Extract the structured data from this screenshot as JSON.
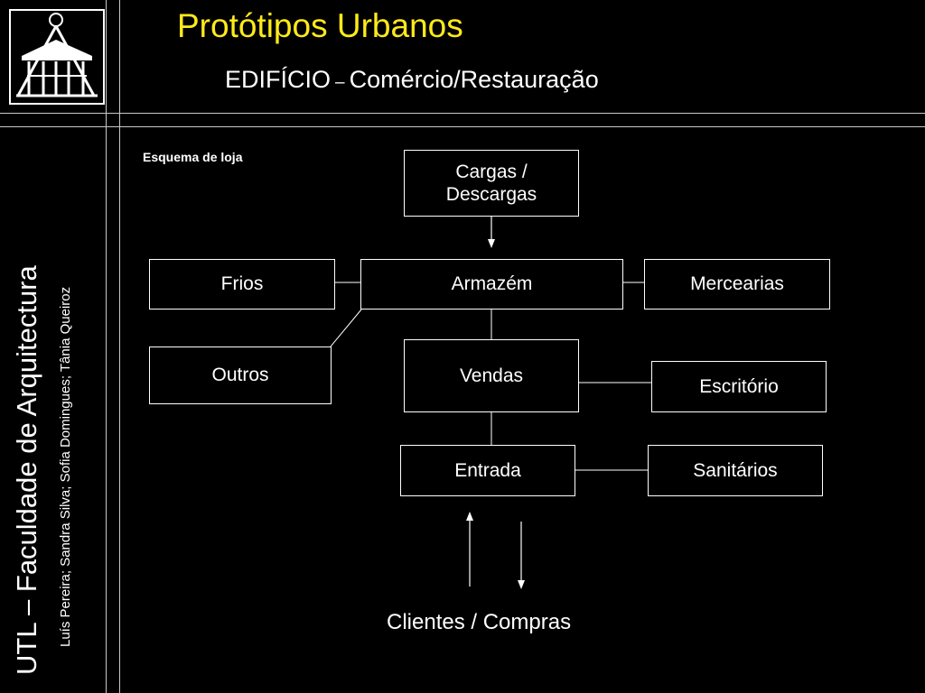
{
  "header": {
    "title": "Protótipos Urbanos",
    "subtitle_main": "EDIFÍCIO",
    "subtitle_dash": "–",
    "subtitle_rest": "Comércio/Restauração"
  },
  "sidebar": {
    "school": "UTL – Faculdade de Arquitectura",
    "authors": "Luís Pereira; Sandra Silva; Sofia Domingues; Tânia Queiroz"
  },
  "diagram": {
    "label": "Esquema de loja",
    "nodes": {
      "cargas": "Cargas / Descargas",
      "frios": "Frios",
      "armazem": "Armazém",
      "mercearias": "Mercearias",
      "outros": "Outros",
      "vendas": "Vendas",
      "escritorio": "Escritório",
      "entrada": "Entrada",
      "sanitarios": "Sanitários"
    },
    "footer": "Clientes / Compras"
  }
}
